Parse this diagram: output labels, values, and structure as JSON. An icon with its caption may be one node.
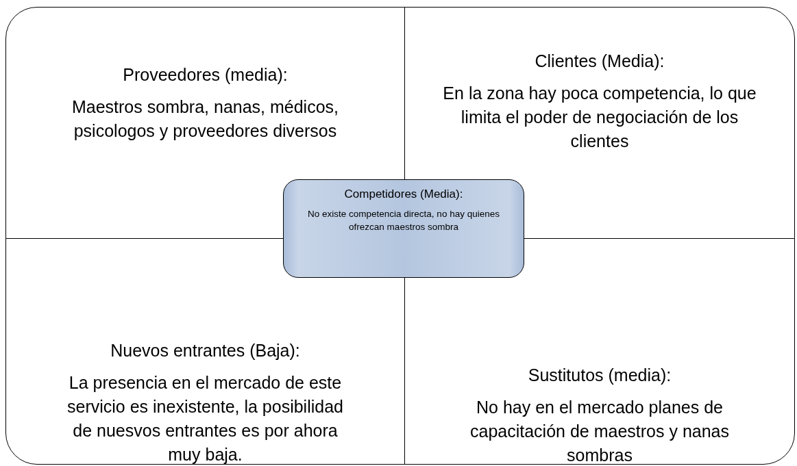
{
  "diagram": {
    "nodes": [
      {
        "text": [
          "Proveedores (media):",
          "Maestros sombra, nanas, médicos, psicologos y proveedores diversos"
        ]
      },
      {
        "text": [
          "Clientes (Media):",
          "En la zona hay poca competencia, lo que limita el poder de negociación de los clientes"
        ]
      },
      {
        "text": [
          "Competidores (Media):",
          "No existe competencia directa, no hay quienes ofrezcan maestros sombra"
        ]
      },
      {
        "text": [
          "Nuevos entrantes (Baja):",
          "La presencia en el mercado de este servicio es inexistente, la posibilidad de nuesvos entrantes es por ahora muy baja."
        ]
      },
      {
        "text": [
          "Sustitutos (media):",
          "No hay en el mercado planes de capacitación de maestros y nanas sombras"
        ]
      }
    ]
  }
}
